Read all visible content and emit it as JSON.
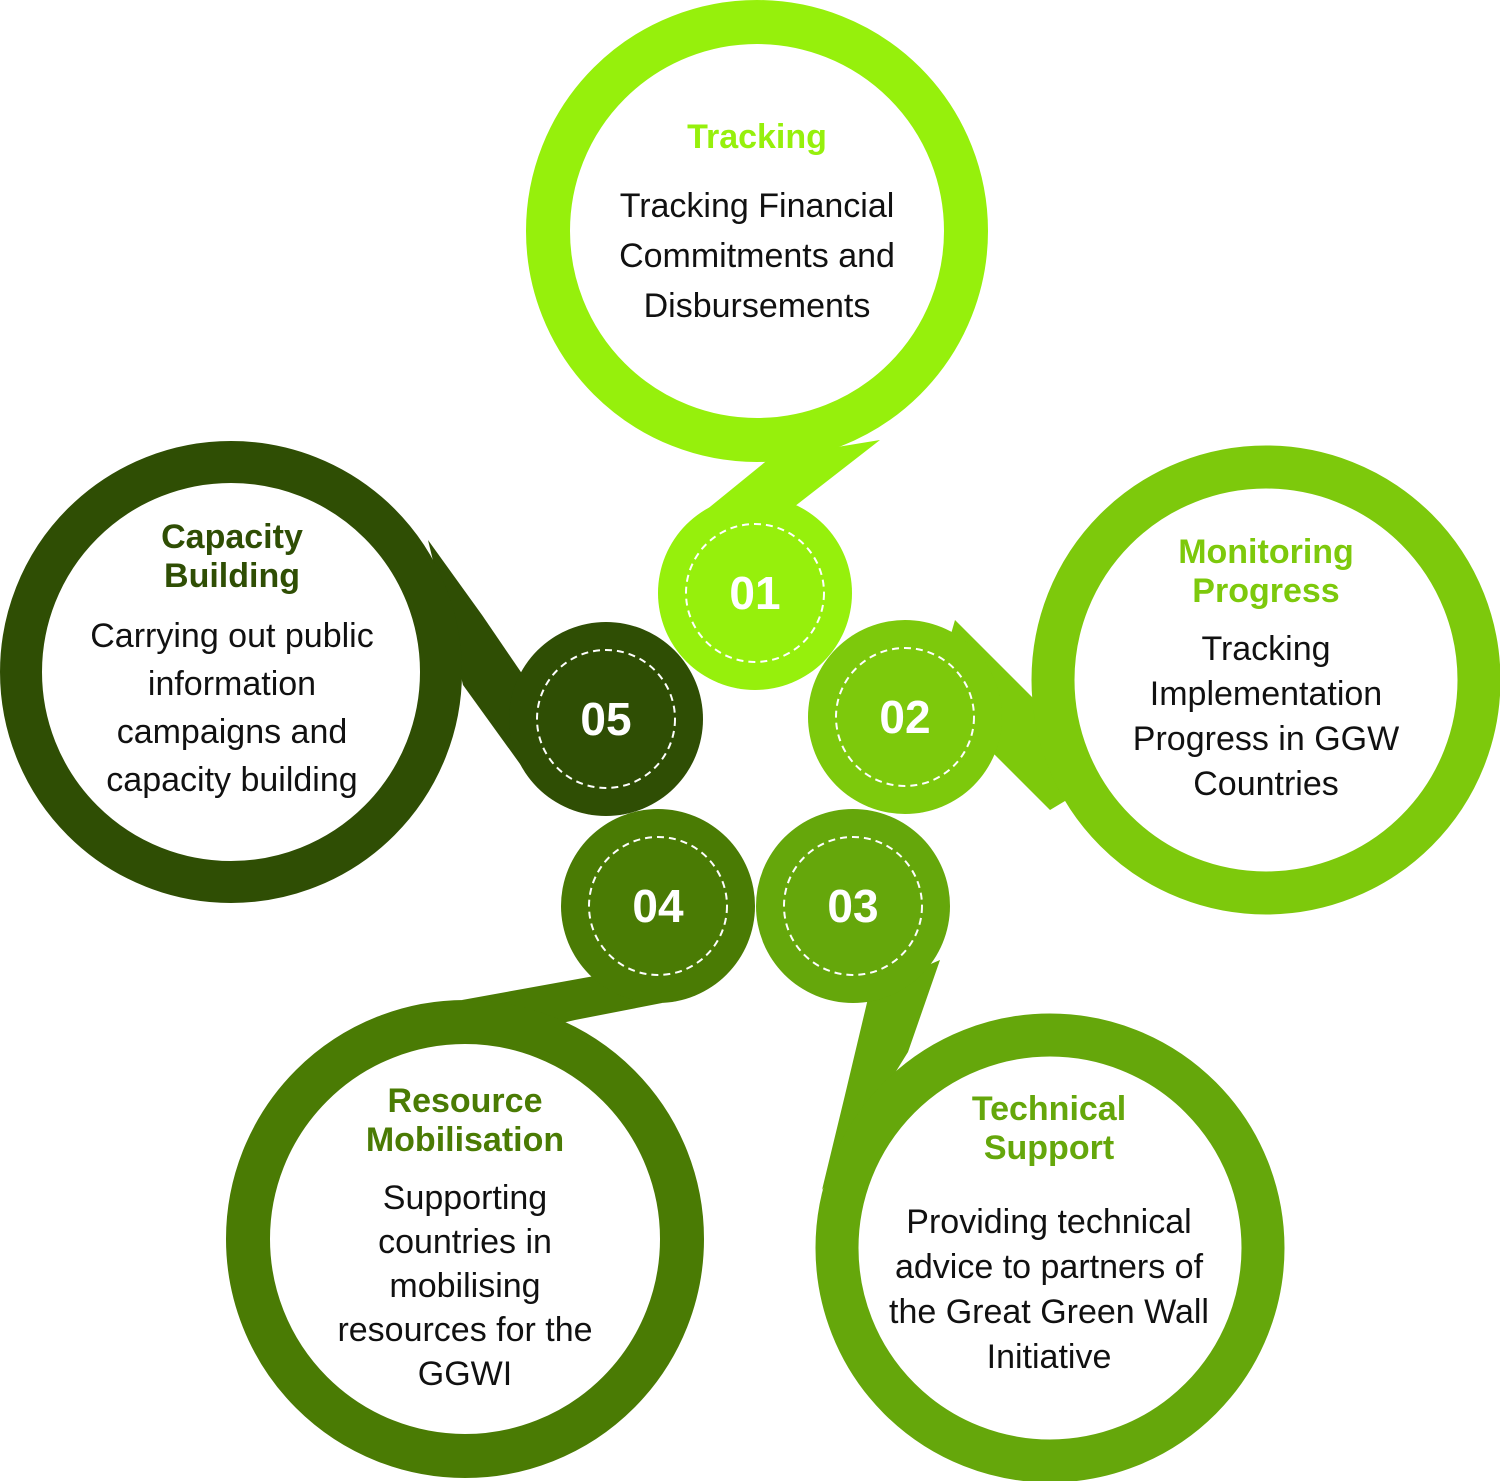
{
  "colors": {
    "step1": "#96f00c",
    "step2": "#7dc90c",
    "step3": "#65a70b",
    "step4": "#4a7b04",
    "step5": "#2f4e04",
    "badge_dash": "#ffffff",
    "description_text": "#111111"
  },
  "steps": [
    {
      "number": "01",
      "title": "Tracking",
      "description": "Tracking Financial Commitments and Disbursements"
    },
    {
      "number": "02",
      "title": "Monitoring Progress",
      "description": "Tracking Implementation Progress in GGW Countries"
    },
    {
      "number": "03",
      "title": "Technical Support",
      "description": "Providing technical advice to partners of the Great Green Wall Initiative"
    },
    {
      "number": "04",
      "title": "Resource Mobilisation",
      "description": "Supporting countries in mobilising resources for the GGWI"
    },
    {
      "number": "05",
      "title": "Capacity Building",
      "description": "Carrying out public information campaigns and capacity building"
    }
  ]
}
